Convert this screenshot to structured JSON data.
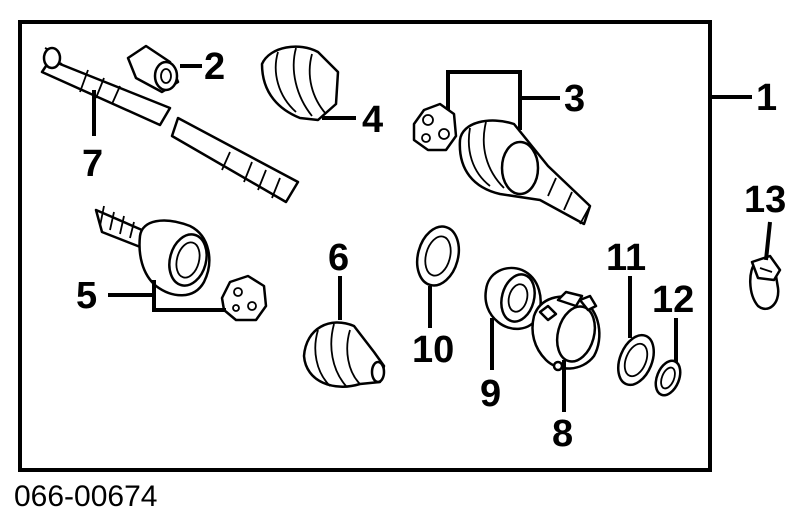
{
  "diagram": {
    "callouts": {
      "c1": "1",
      "c2": "2",
      "c3": "3",
      "c4": "4",
      "c5": "5",
      "c6": "6",
      "c7": "7",
      "c8": "8",
      "c9": "9",
      "c10": "10",
      "c11": "11",
      "c12": "12",
      "c13": "13"
    },
    "part_code": "066-00674"
  }
}
